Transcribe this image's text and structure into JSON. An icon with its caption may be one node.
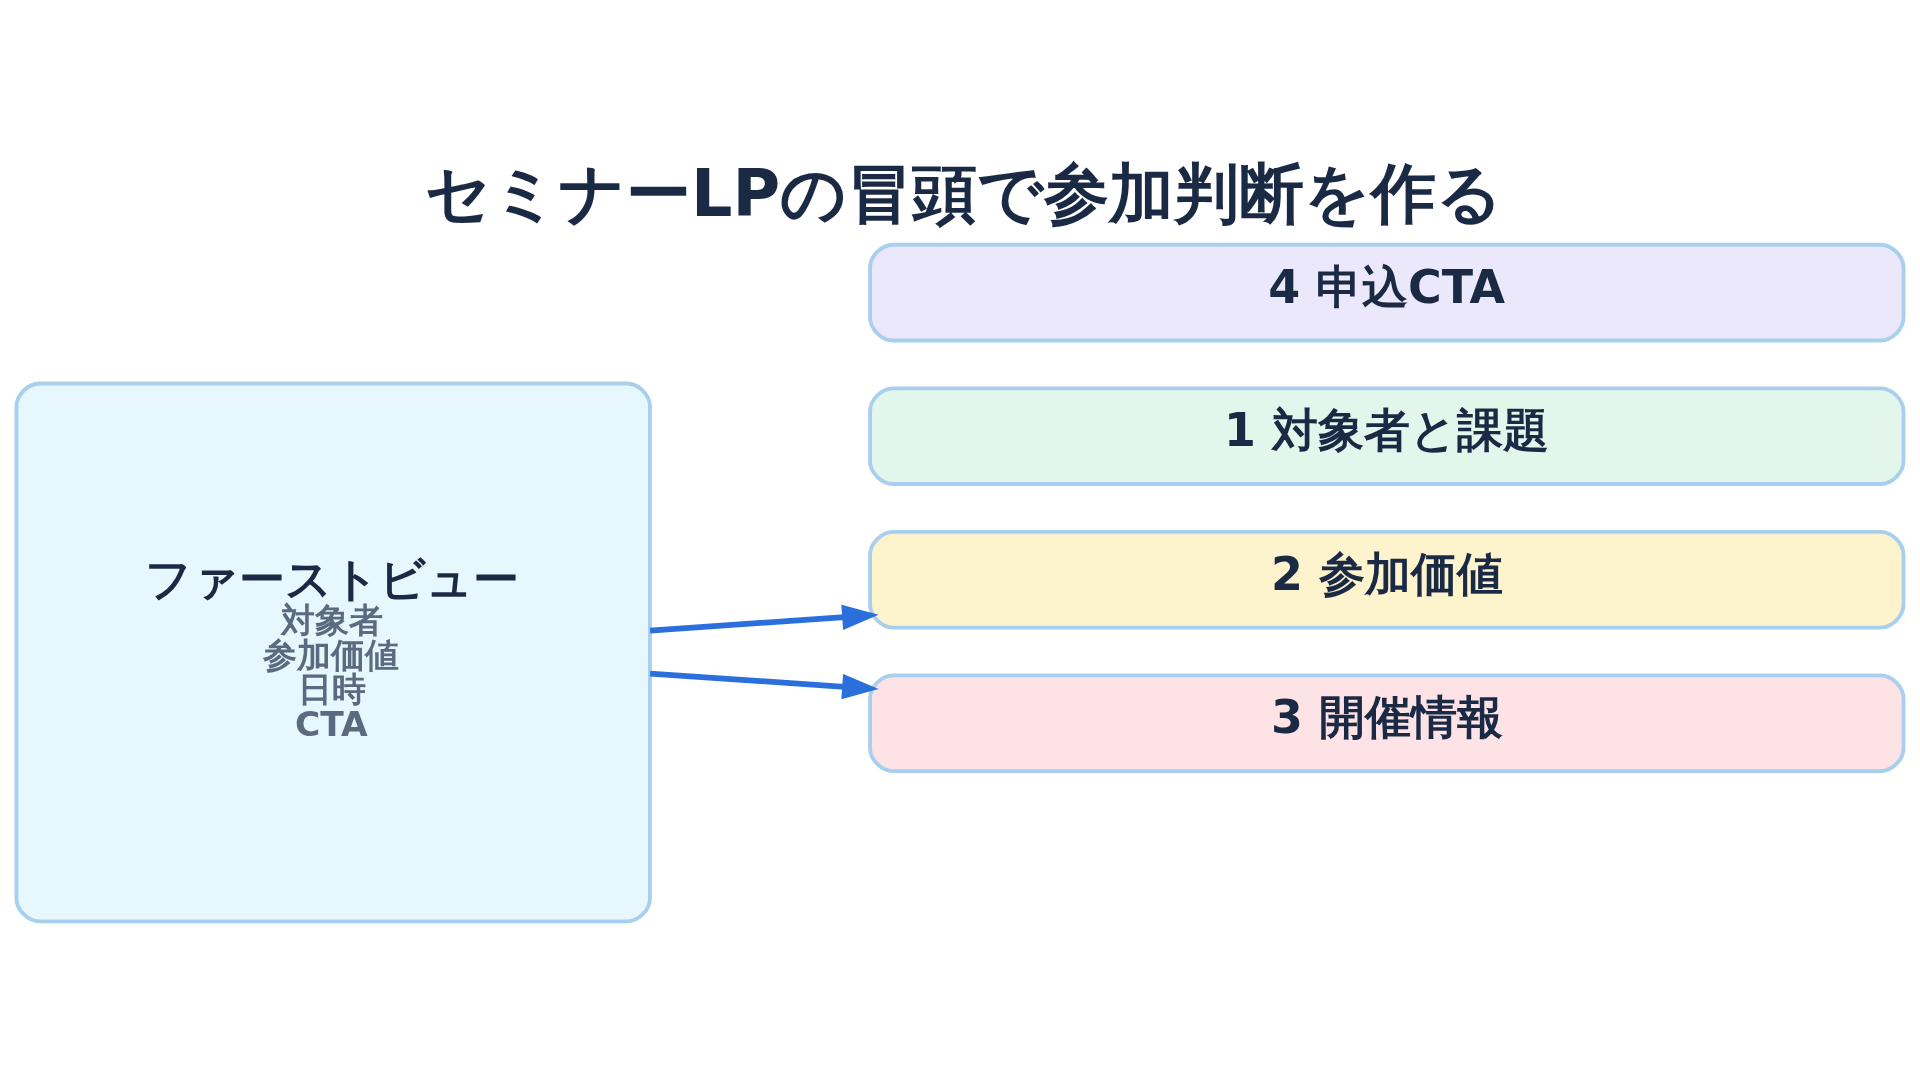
{
  "diagram": {
    "title": "セミナーLPの冒頭で参加判断を作る",
    "nodes": [
      {
        "text": [
          "ファーストビュー",
          "対象者",
          "参加価値",
          "日時",
          "CTA"
        ]
      },
      {
        "text": [
          "1 対象者と課題"
        ]
      },
      {
        "text": [
          "2 参加価値"
        ]
      },
      {
        "text": [
          "3 開催情報"
        ]
      },
      {
        "text": [
          "4 申込CTA"
        ]
      }
    ],
    "edges": [
      {
        "from": 0,
        "to": 2,
        "arrow": "to"
      },
      {
        "from": 0,
        "to": 3,
        "arrow": "to"
      }
    ]
  }
}
